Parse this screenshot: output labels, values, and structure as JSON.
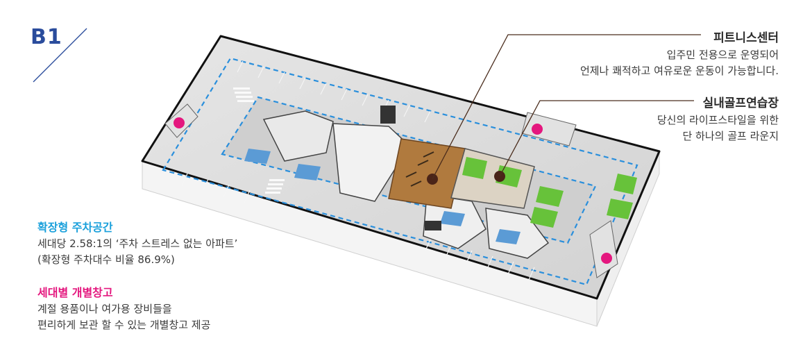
{
  "floor_label": "B1",
  "callouts": {
    "fitness": {
      "title": "피트니스센터",
      "lines": [
        "입주민 전용으로 운영되어",
        "언제나 쾌적하고 여유로운 운동이 가능합니다."
      ]
    },
    "golf": {
      "title": "실내골프연습장",
      "lines": [
        "당신의 라이프스타일을 위한",
        "단 하나의 골프 라운지"
      ]
    }
  },
  "features": {
    "parking": {
      "title": "확장형 주차공간",
      "lines": [
        "세대당 2.58:1의 ‘주차 스트레스 없는 아파트’",
        "(확장형 주차대수 비율 86.9%)"
      ]
    },
    "storage": {
      "title": "세대별 개별창고",
      "lines": [
        "계절 용품이나 여가용 장비들을",
        "편리하게 보관 할 수 있는 개별창고 제공"
      ]
    }
  },
  "colors": {
    "floor_label": "#2a4c9c",
    "parking_accent": "#1aa0db",
    "storage_accent": "#e4177e",
    "callout_line": "#4a2c1c",
    "floor_slab": "#dedede",
    "parking_boundary": "#2a8fdc",
    "fitness_floor": "#b07a3e",
    "golf_green": "#67c23a",
    "accessible_bay": "#5b9bd5"
  }
}
